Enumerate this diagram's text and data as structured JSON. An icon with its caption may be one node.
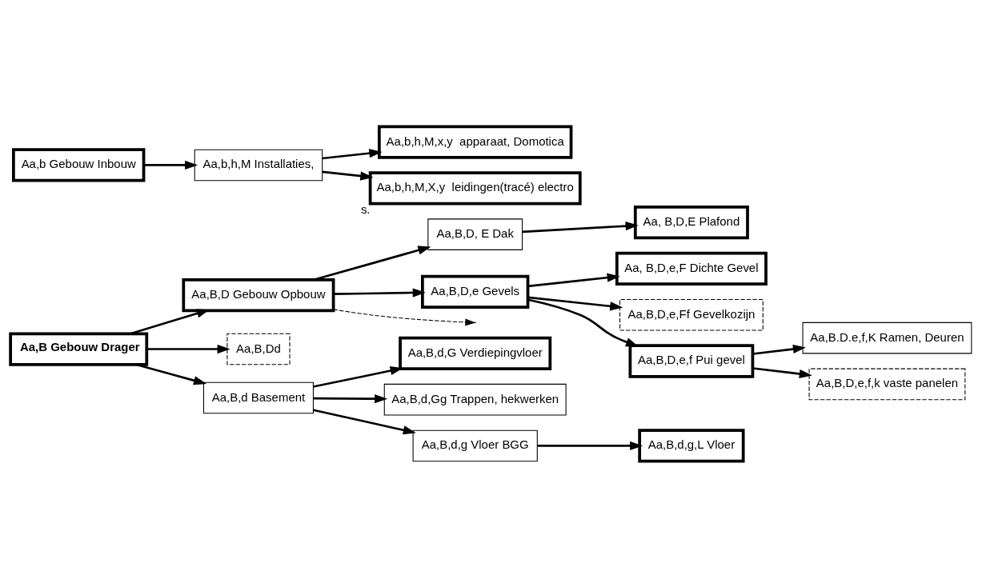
{
  "diagram": {
    "nodes": [
      {
        "text": [
          "Aa,B Gebouw Drager"
        ]
      },
      {
        "text": [
          "Aa,B,D Gebouw Opbouw"
        ]
      },
      {
        "text": [
          "Aa,B,D, E Dak"
        ]
      },
      {
        "text": [
          "Aa, B,D,E Plafond"
        ]
      },
      {
        "text": [
          "Aa,B,D,e Gevels"
        ]
      },
      {
        "text": [
          "Aa, B,D,e,F Dichte Gevel"
        ]
      },
      {
        "text": [
          "Aa,B,D,e,Ff Gevelkozijn"
        ]
      },
      {
        "text": [
          "Aa,B,D,e,f Pui gevel"
        ]
      },
      {
        "text": [
          "Aa,B.D.e,f,K Ramen, Deuren"
        ]
      },
      {
        "text": [
          "Aa,B,D,e,f,k vaste panelen"
        ]
      },
      {
        "text": [
          "Aa,B,Dd"
        ]
      },
      {
        "text": [
          "Aa,B,d Basement"
        ]
      },
      {
        "text": [
          "Aa,B,d,G Verdiepingvloer"
        ]
      },
      {
        "text": [
          "Aa,B,d,Gg Trappen, hekwerken"
        ]
      },
      {
        "text": [
          "Aa,B,d,g Vloer BGG"
        ]
      },
      {
        "text": [
          "Aa,B,d,g,L Vloer"
        ]
      },
      {
        "text": [
          "Aa,b Gebouw Inbouw"
        ]
      },
      {
        "text": [
          "Aa,b,h,M Installaties,"
        ]
      },
      {
        "text": [
          "Aa,b,h,M,x,y  apparaat, Domotica"
        ]
      },
      {
        "text": [
          "Aa,b,h,M,X,y  leidingen(tracé) electro"
        ],
        "beside": [
          "s."
        ]
      }
    ],
    "edges": [
      {
        "from": 0,
        "to": 1,
        "arrow": "to"
      },
      {
        "from": 0,
        "to": 10,
        "arrow": "to"
      },
      {
        "from": 0,
        "to": 11,
        "arrow": "to"
      },
      {
        "from": 1,
        "to": 2,
        "arrow": "to"
      },
      {
        "from": 1,
        "to": 4,
        "arrow": "to"
      },
      {
        "from": 1,
        "to": null,
        "arrow": "to",
        "style": "dashed"
      },
      {
        "from": 2,
        "to": 3,
        "arrow": "to"
      },
      {
        "from": 4,
        "to": 5,
        "arrow": "to"
      },
      {
        "from": 4,
        "to": 6,
        "arrow": "to"
      },
      {
        "from": 4,
        "to": 7,
        "arrow": "to"
      },
      {
        "from": 7,
        "to": 8,
        "arrow": "to"
      },
      {
        "from": 7,
        "to": 9,
        "arrow": "to"
      },
      {
        "from": 11,
        "to": 12,
        "arrow": "to"
      },
      {
        "from": 11,
        "to": 13,
        "arrow": "to"
      },
      {
        "from": 11,
        "to": 14,
        "arrow": "to"
      },
      {
        "from": 14,
        "to": 15,
        "arrow": "to"
      },
      {
        "from": 16,
        "to": 17,
        "arrow": "to"
      },
      {
        "from": 17,
        "to": 18,
        "arrow": "to"
      },
      {
        "from": 17,
        "to": 19,
        "arrow": "to"
      }
    ]
  }
}
